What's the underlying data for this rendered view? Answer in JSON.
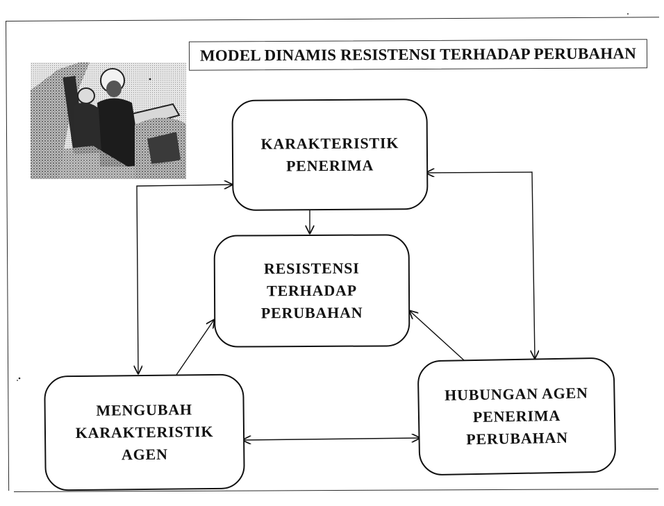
{
  "title": "MODEL DINAMIS RESISTENSI  TERHADAP PERUBAHAN",
  "nodes": {
    "karakteristik_penerima": [
      "KARAKTERISTIK",
      "PENERIMA"
    ],
    "resistensi": [
      "RESISTENSI",
      "TERHADAP",
      "PERUBAHAN"
    ],
    "mengubah_karakteristik_agen": [
      "MENGUBAH",
      "KARAKTERISTIK",
      "AGEN"
    ],
    "hubungan_agen_penerima": [
      "HUBUNGAN AGEN",
      "PENERIMA",
      "PERUBAHAN"
    ]
  },
  "edges": [
    {
      "from": "karakteristik_penerima",
      "to": "resistensi",
      "direction": "forward"
    },
    {
      "from": "mengubah_karakteristik_agen",
      "to": "resistensi",
      "direction": "forward"
    },
    {
      "from": "hubungan_agen_penerima",
      "to": "resistensi",
      "direction": "forward"
    },
    {
      "from": "mengubah_karakteristik_agen",
      "to": "hubungan_agen_penerima",
      "direction": "both"
    },
    {
      "from": "karakteristik_penerima",
      "to": "mengubah_karakteristik_agen",
      "direction": "both"
    },
    {
      "from": "karakteristik_penerima",
      "to": "hubungan_agen_penerima",
      "direction": "both"
    }
  ],
  "colors": {
    "ink": "#111111",
    "paper": "#ffffff"
  }
}
